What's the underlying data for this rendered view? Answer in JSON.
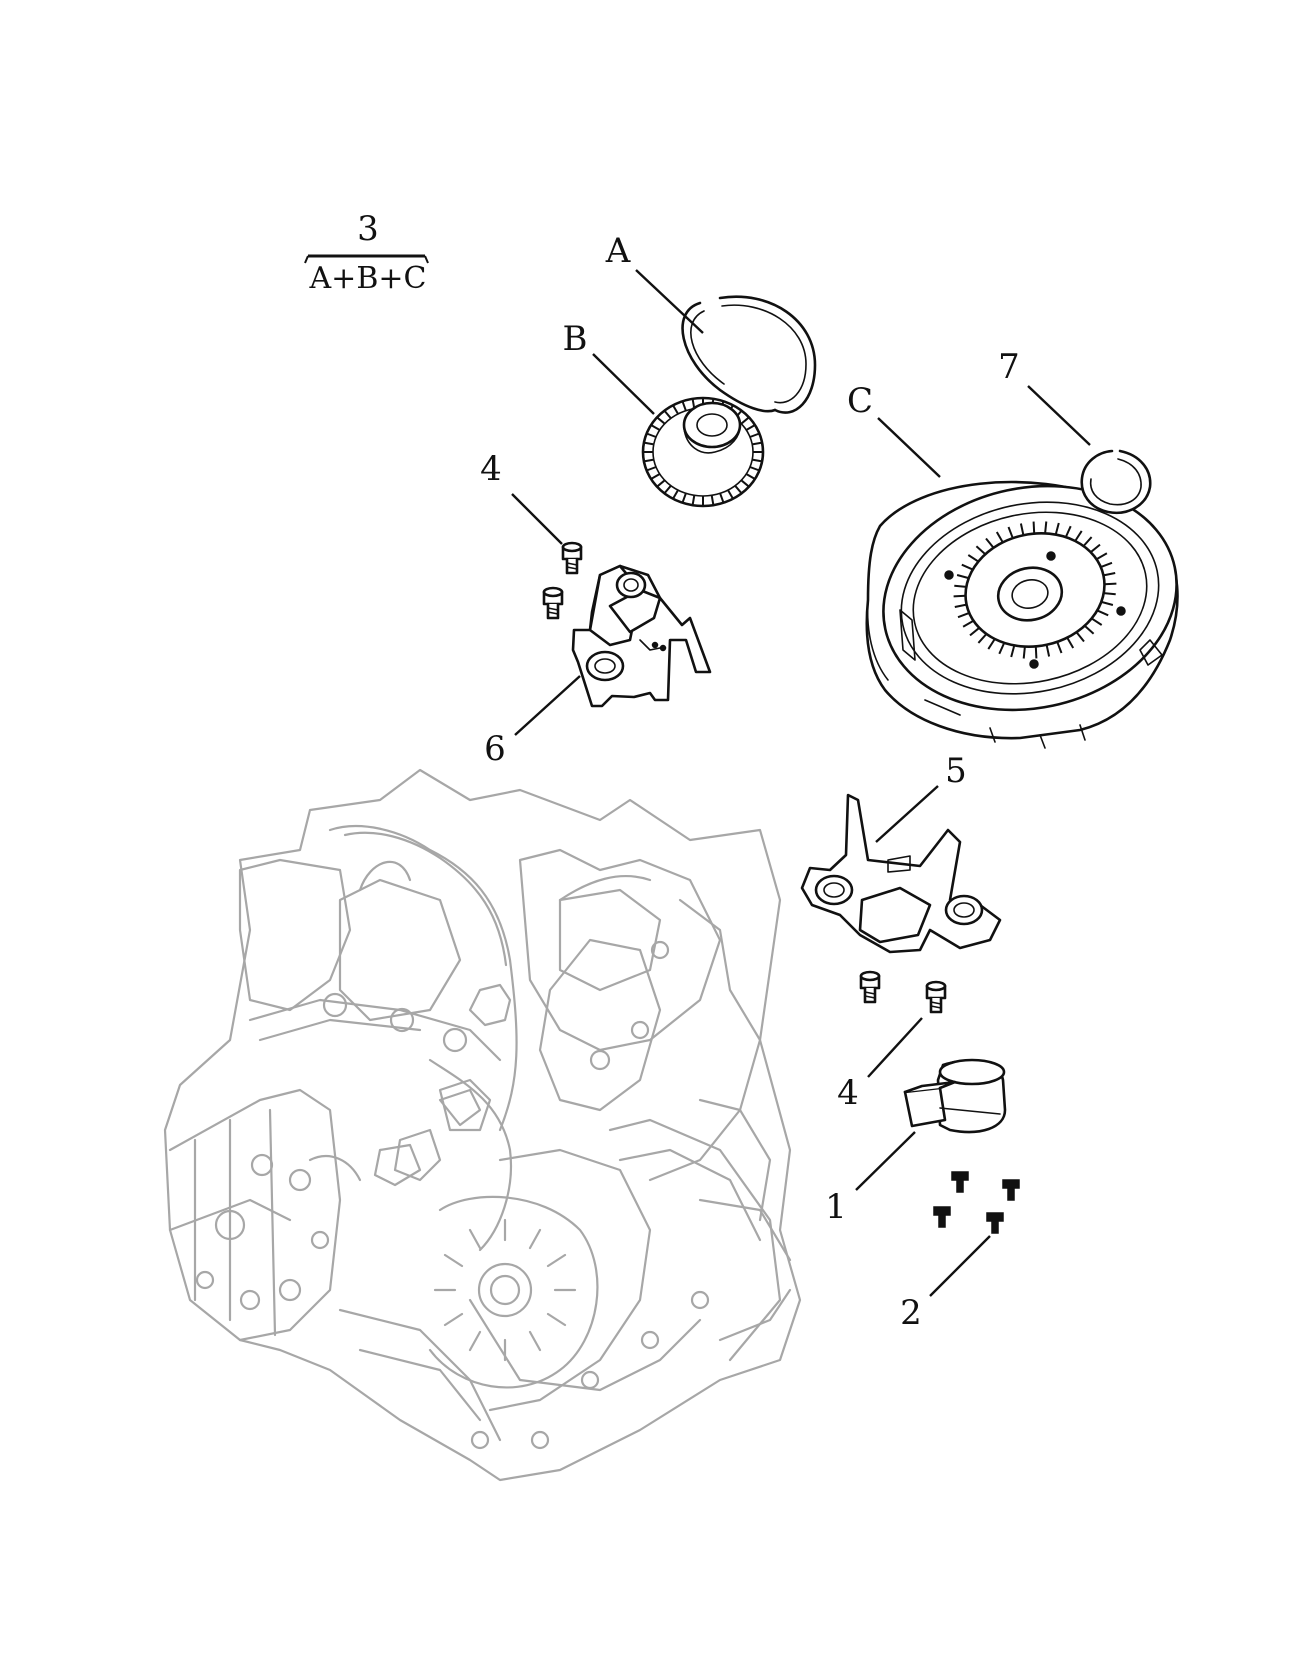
{
  "kit": {
    "number": "3",
    "composition": "A+B+C"
  },
  "callouts": [
    {
      "id": "A",
      "label": "A",
      "part": "snap-ring-large"
    },
    {
      "id": "B",
      "label": "B",
      "part": "reluctor-gear"
    },
    {
      "id": "C",
      "label": "C",
      "part": "torque-converter"
    },
    {
      "id": "7",
      "label": "7",
      "part": "snap-ring-small"
    },
    {
      "id": "4a",
      "label": "4",
      "part": "bolt"
    },
    {
      "id": "6",
      "label": "6",
      "part": "bracket-left"
    },
    {
      "id": "5",
      "label": "5",
      "part": "bracket-right"
    },
    {
      "id": "4b",
      "label": "4",
      "part": "bolt"
    },
    {
      "id": "1",
      "label": "1",
      "part": "speed-sensor"
    },
    {
      "id": "2",
      "label": "2",
      "part": "sensor-screw"
    }
  ],
  "colors": {
    "line": "#111111",
    "background_assembly": "#a7a7a7",
    "paper": "#ffffff"
  }
}
